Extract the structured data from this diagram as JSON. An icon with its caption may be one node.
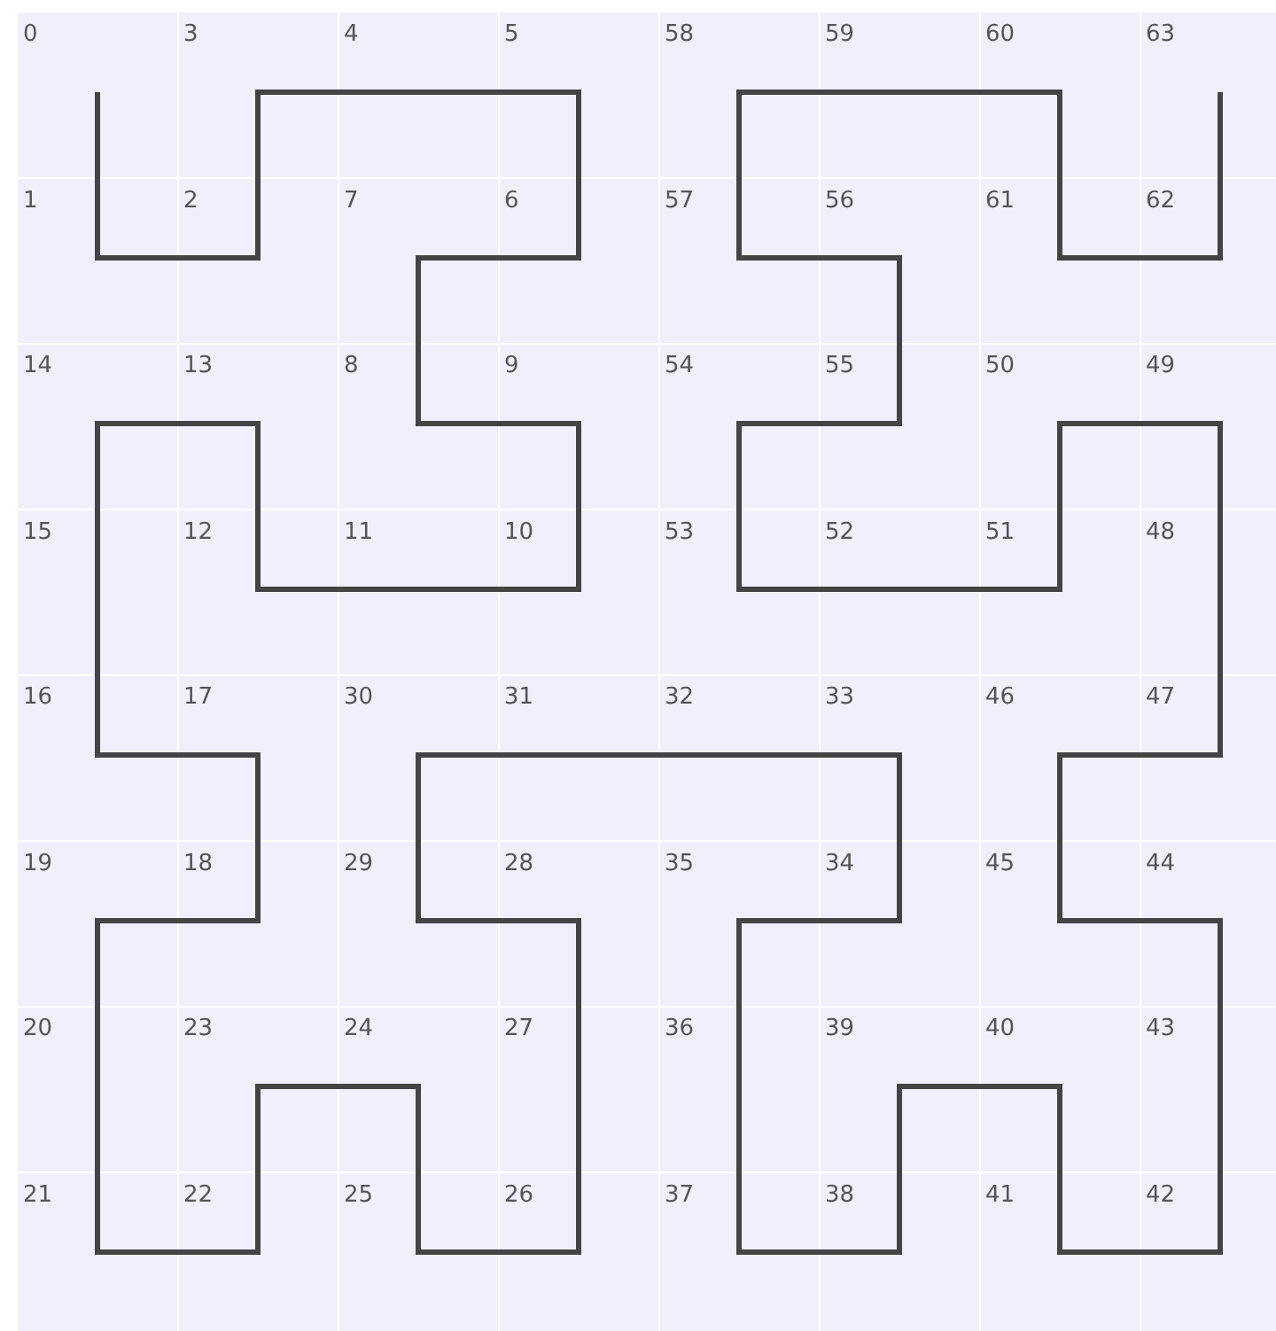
{
  "diagram": {
    "labels": [
      "0",
      "3",
      "4",
      "5",
      "58",
      "59",
      "60",
      "63",
      "1",
      "2",
      "7",
      "6",
      "57",
      "56",
      "61",
      "62",
      "14",
      "13",
      "8",
      "9",
      "54",
      "55",
      "50",
      "49",
      "15",
      "12",
      "11",
      "10",
      "53",
      "52",
      "51",
      "48",
      "16",
      "17",
      "30",
      "31",
      "32",
      "33",
      "46",
      "47",
      "19",
      "18",
      "29",
      "28",
      "35",
      "34",
      "45",
      "44",
      "20",
      "23",
      "24",
      "27",
      "36",
      "39",
      "40",
      "43",
      "21",
      "22",
      "25",
      "26",
      "37",
      "38",
      "41",
      "42"
    ]
  }
}
